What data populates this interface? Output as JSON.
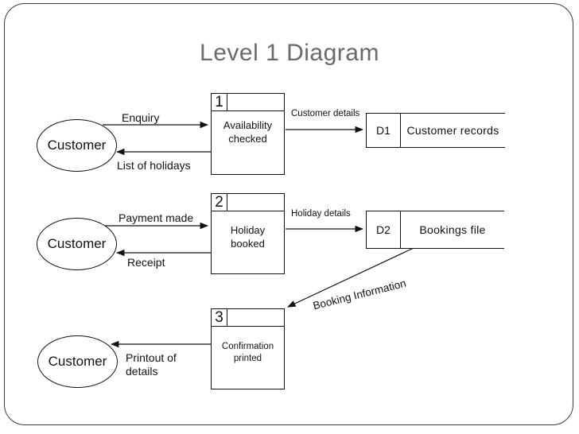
{
  "slide": {
    "title": "Level 1 Diagram"
  },
  "entities": [
    {
      "label": "Customer"
    },
    {
      "label": "Customer"
    },
    {
      "label": "Customer"
    }
  ],
  "processes": [
    {
      "number": "1",
      "label": "Availability checked"
    },
    {
      "number": "2",
      "label": "Holiday booked"
    },
    {
      "number": "3",
      "label": "Confirmation printed"
    }
  ],
  "data_stores": [
    {
      "id": "D1",
      "label": "Customer records"
    },
    {
      "id": "D2",
      "label": "Bookings file"
    }
  ],
  "flows": {
    "enquiry": "Enquiry",
    "list_of_holidays": "List of holidays",
    "customer_details": "Customer details",
    "payment_made": "Payment made",
    "receipt": "Receipt",
    "holiday_details": "Holiday details",
    "booking_information": "Booking Information",
    "printout_of_details": "Printout of details"
  },
  "colors": {
    "line": "#111111",
    "title_text": "#6a6a6a",
    "background": "#ffffff"
  }
}
